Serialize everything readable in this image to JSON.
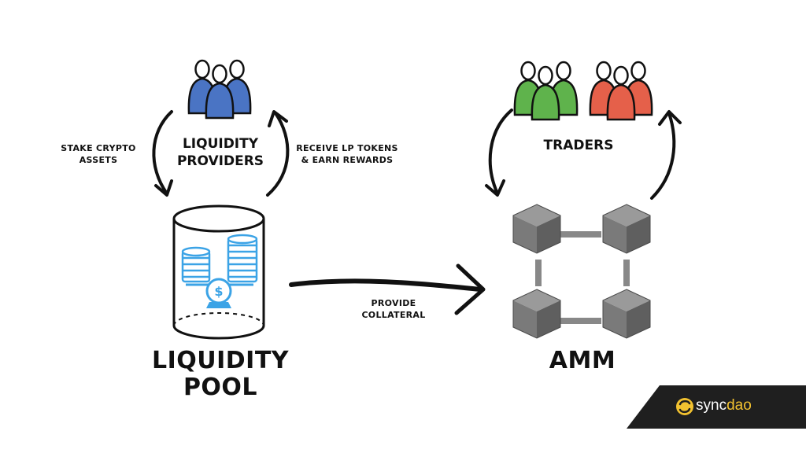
{
  "labels": {
    "liquidity_providers": "LIQUIDITY\nPROVIDERS",
    "stake": "STAKE CRYPTO\nASSETS",
    "receive": "RECEIVE LP TOKENS\n& EARN REWARDS",
    "liquidity_pool": "LIQUIDITY POOL",
    "provide": "PROVIDE\nCOLLATERAL",
    "traders": "TRADERS",
    "amm": "AMM"
  },
  "brand": {
    "name_part1": "sync",
    "name_part2": "dao"
  },
  "colors": {
    "providers": "#4a74c4",
    "traders_green": "#5fb34c",
    "traders_red": "#e5604a",
    "pool_icon": "#3ba3e6",
    "cube": "#7a7a7a",
    "brand_bg": "#1f1f1f",
    "brand_accent": "#f2c230"
  },
  "icons": [
    "people-group-icon",
    "coin-stack-icon",
    "dollar-coin-icon",
    "cube-icon",
    "arrow-icon",
    "syncdao-logo-icon"
  ]
}
